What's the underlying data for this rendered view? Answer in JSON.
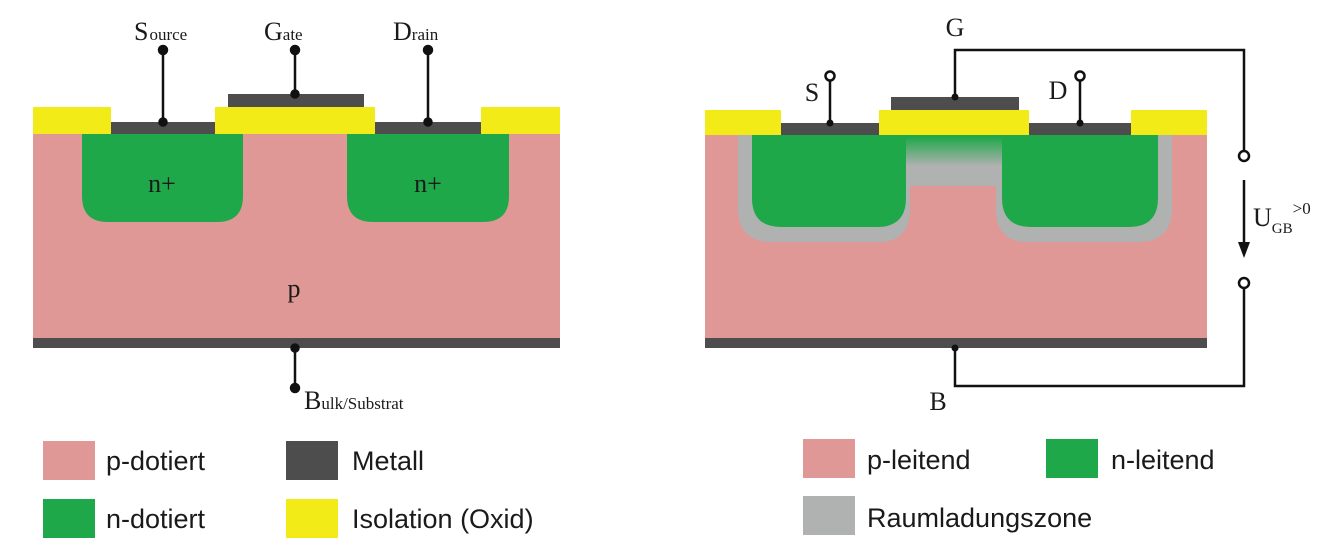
{
  "colors": {
    "p_doped": "#e09896",
    "n_doped": "#1fa84a",
    "metal": "#4d4d4d",
    "isolation": "#f2eb17",
    "depletion": "#b0b1b1",
    "wire": "#111111"
  },
  "left_diagram": {
    "source_cap": "S",
    "source_rest": "ource",
    "gate_cap": "G",
    "gate_rest": "ate",
    "drain_cap": "D",
    "drain_rest": "rain",
    "bulk_cap": "B",
    "bulk_rest": "ulk/Substrat",
    "n_plus_left": "n+",
    "n_plus_right": "n+",
    "p_label": "p"
  },
  "right_diagram": {
    "gate": "G",
    "source": "S",
    "drain": "D",
    "bulk": "B",
    "voltage_main": "U",
    "voltage_sub": "GB",
    "voltage_sup": ">0"
  },
  "legend_left": [
    {
      "label": "p-dotiert",
      "color": "#e09896"
    },
    {
      "label": "Metall",
      "color": "#4d4d4d"
    },
    {
      "label": "n-dotiert",
      "color": "#1fa84a"
    },
    {
      "label": "Isolation (Oxid)",
      "color": "#f2eb17"
    }
  ],
  "legend_right": [
    {
      "label": "p-leitend",
      "color": "#e09896"
    },
    {
      "label": "n-leitend",
      "color": "#1fa84a"
    },
    {
      "label": "Raumladungszone",
      "color": "#b0b1b1"
    }
  ]
}
